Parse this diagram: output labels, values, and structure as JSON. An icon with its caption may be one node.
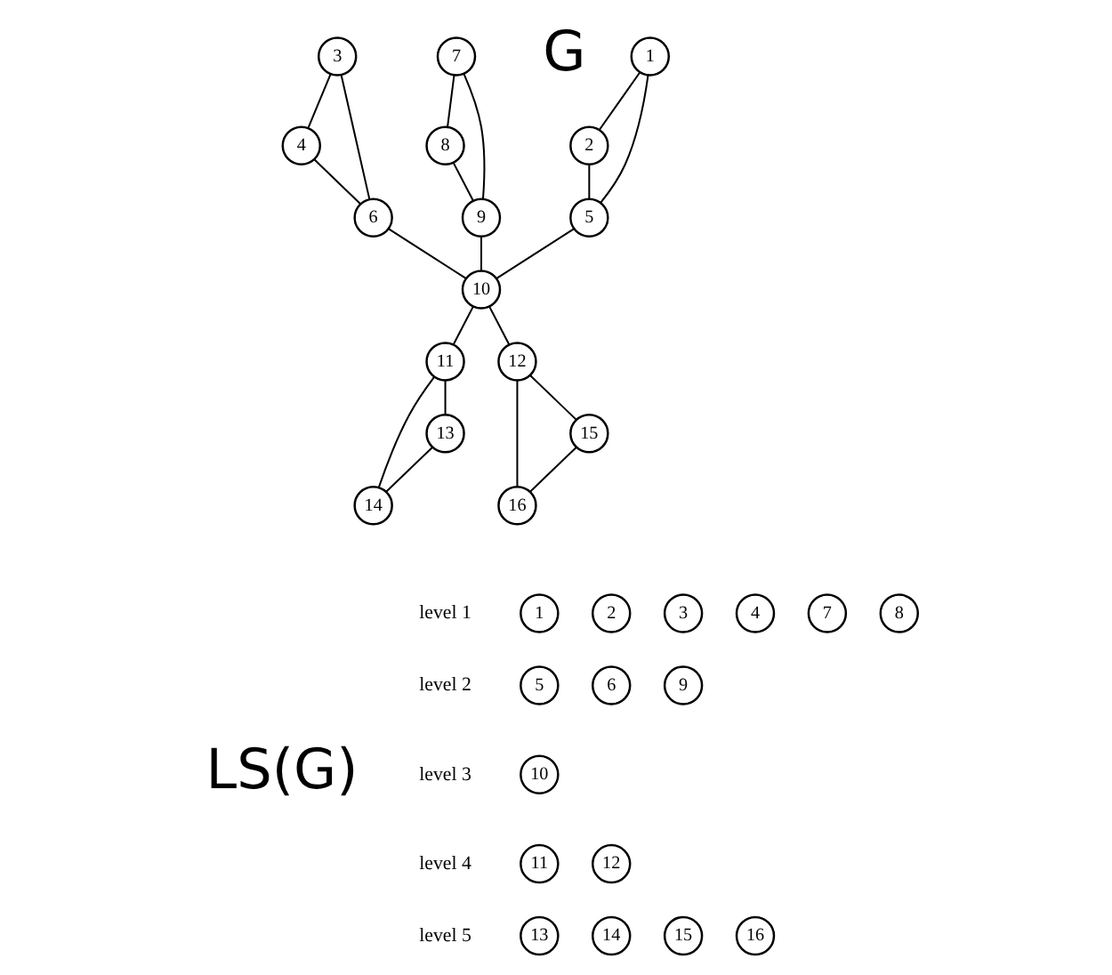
{
  "diagram": {
    "nodes": [
      {
        "text": [
          "1"
        ]
      },
      {
        "text": [
          "2"
        ]
      },
      {
        "text": [
          "3"
        ]
      },
      {
        "text": [
          "4"
        ]
      },
      {
        "text": [
          "5"
        ]
      },
      {
        "text": [
          "6"
        ]
      },
      {
        "text": [
          "7"
        ]
      },
      {
        "text": [
          "8"
        ]
      },
      {
        "text": [
          "9"
        ]
      },
      {
        "text": [
          "10"
        ]
      },
      {
        "text": [
          "11"
        ]
      },
      {
        "text": [
          "12"
        ]
      },
      {
        "text": [
          "13"
        ]
      },
      {
        "text": [
          "14"
        ]
      },
      {
        "text": [
          "15"
        ]
      },
      {
        "text": [
          "16"
        ]
      },
      {
        "text": [
          "1"
        ]
      },
      {
        "text": [
          "2"
        ]
      },
      {
        "text": [
          "3"
        ]
      },
      {
        "text": [
          "4"
        ]
      },
      {
        "text": [
          "7"
        ]
      },
      {
        "text": [
          "8"
        ]
      },
      {
        "text": [
          "5"
        ]
      },
      {
        "text": [
          "6"
        ]
      },
      {
        "text": [
          "9"
        ]
      },
      {
        "text": [
          "10"
        ]
      },
      {
        "text": [
          "11"
        ]
      },
      {
        "text": [
          "12"
        ]
      },
      {
        "text": [
          "13"
        ]
      },
      {
        "text": [
          "14"
        ]
      },
      {
        "text": [
          "15"
        ]
      },
      {
        "text": [
          "16"
        ]
      }
    ],
    "edges": [
      {
        "from": 0,
        "to": 1,
        "arrow": "none"
      },
      {
        "from": 0,
        "to": 4,
        "arrow": "none"
      },
      {
        "from": 1,
        "to": 4,
        "arrow": "none"
      },
      {
        "from": 4,
        "to": 9,
        "arrow": "none"
      },
      {
        "from": 2,
        "to": 3,
        "arrow": "none"
      },
      {
        "from": 2,
        "to": 5,
        "arrow": "none"
      },
      {
        "from": 3,
        "to": 5,
        "arrow": "none"
      },
      {
        "from": 5,
        "to": 9,
        "arrow": "none"
      },
      {
        "from": 6,
        "to": 7,
        "arrow": "none"
      },
      {
        "from": 6,
        "to": 8,
        "arrow": "none"
      },
      {
        "from": 7,
        "to": 8,
        "arrow": "none"
      },
      {
        "from": 8,
        "to": 9,
        "arrow": "none"
      },
      {
        "from": 9,
        "to": 10,
        "arrow": "none"
      },
      {
        "from": 9,
        "to": 11,
        "arrow": "none"
      },
      {
        "from": 10,
        "to": 12,
        "arrow": "none"
      },
      {
        "from": 10,
        "to": 13,
        "arrow": "none"
      },
      {
        "from": 12,
        "to": 13,
        "arrow": "none"
      },
      {
        "from": 11,
        "to": 15,
        "arrow": "none"
      },
      {
        "from": 11,
        "to": 14,
        "arrow": "none"
      },
      {
        "from": 14,
        "to": 15,
        "arrow": "none"
      }
    ],
    "labels": [
      "G",
      "LS(G)",
      "level 1",
      "level 2",
      "level 3",
      "level 4",
      "level 5"
    ]
  }
}
